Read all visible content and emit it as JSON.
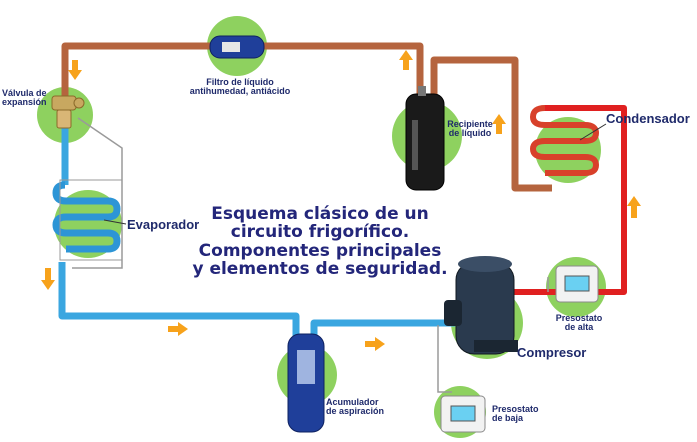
{
  "title": {
    "line1": "Esquema clásico de un",
    "line2": "circuito frigorífico.",
    "line3": "Componentes principales",
    "line4": "y elementos de seguridad."
  },
  "components": {
    "valvula": {
      "line1": "Válvula de",
      "line2": "expansión"
    },
    "filtro": {
      "line1": "Filtro de líquido",
      "line2": "antihumedad, antiácido"
    },
    "recipiente": {
      "line1": "Recipiente",
      "line2": "de líquido"
    },
    "condensador": "Condensador",
    "evaporador": "Evaporador",
    "presostato_alta": {
      "line1": "Presostato",
      "line2": "de alta"
    },
    "compresor": "Compresor",
    "acumulador": {
      "line1": "Acumulador",
      "line2": "de aspiración"
    },
    "presostato_baja": {
      "line1": "Presostato",
      "line2": "de baja"
    }
  },
  "colors": {
    "liquid_line": "#b5643e",
    "discharge_line": "#e02020",
    "suction_line": "#3aa6e0",
    "component_halo": "#7ac943",
    "flow_arrow": "#f7a21b",
    "text": "#1f2a6b"
  }
}
